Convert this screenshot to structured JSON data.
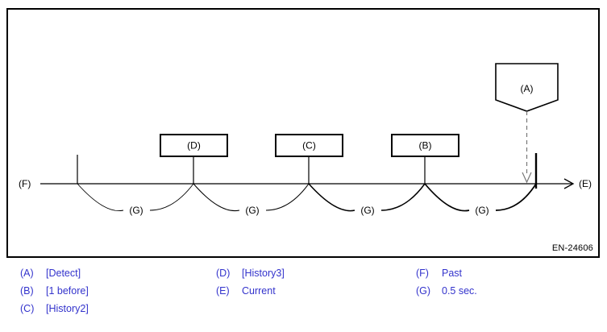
{
  "figure": {
    "reference_code": "EN-24606",
    "axis": {
      "start_label": "(F)",
      "end_label": "(E)"
    },
    "detect_marker": {
      "label": "(A)",
      "shape": "pentagon-down"
    },
    "history_boxes": [
      {
        "label": "(D)"
      },
      {
        "label": "(C)"
      },
      {
        "label": "(B)"
      }
    ],
    "intervals": [
      {
        "label": "(G)"
      },
      {
        "label": "(G)"
      },
      {
        "label": "(G)"
      },
      {
        "label": "(G)"
      }
    ]
  },
  "legend": {
    "columns": [
      {
        "items": [
          {
            "key": "(A)",
            "value": "[Detect]"
          },
          {
            "key": "(B)",
            "value": "[1 before]"
          },
          {
            "key": "(C)",
            "value": "[History2]"
          }
        ]
      },
      {
        "items": [
          {
            "key": "(D)",
            "value": "[History3]"
          },
          {
            "key": "(E)",
            "value": "Current"
          }
        ]
      },
      {
        "items": [
          {
            "key": "(F)",
            "value": "Past"
          },
          {
            "key": "(G)",
            "value": "0.5 sec."
          }
        ]
      }
    ]
  },
  "colors": {
    "legend_text": "#3333cc",
    "diagram_line": "#000000",
    "background": "#ffffff"
  }
}
